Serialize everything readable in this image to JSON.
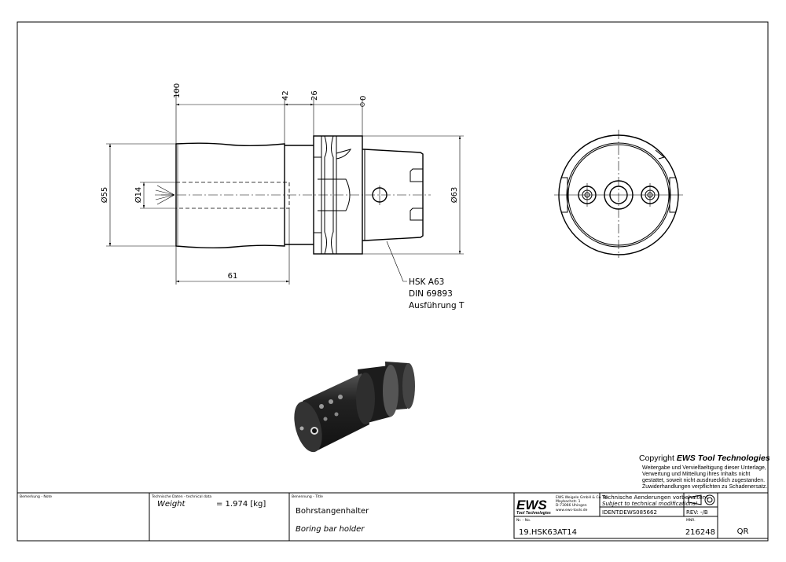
{
  "drawing": {
    "dimensions": {
      "pos_100": "100",
      "pos_42": "42",
      "pos_26": "26",
      "pos_0": "0",
      "dia_55": "Ø55",
      "dia_14": "Ø14",
      "dia_63": "Ø63",
      "length_61": "61"
    },
    "callout": [
      "HSK A63",
      "DIN 69893",
      "Ausführung T"
    ]
  },
  "copyright": {
    "heading_prefix": "Copyright ",
    "heading_brand": "EWS Tool Technologies",
    "lines": [
      "Weitergabe und Vervielfaeltigung dieser Unterlage,",
      "Verwertung und Mitteilung ihres Inhalts nicht",
      "gestattet, soweit nicht ausdruecklich zugestanden.",
      "Zuwiderhandlungen verpflichten zu Schadenersatz."
    ]
  },
  "title_block": {
    "note_label": "Bemerkung - Note",
    "tech_label": "Technische Daten - technical data",
    "weight_label": "Weight",
    "weight_value": "= 1.974 [kg]",
    "title_label": "Benennung - Title",
    "title_de": "Bohrstangenhalter",
    "title_en": "Boring bar holder",
    "logo_text": "EWS",
    "logo_sub": "Tool Technologies",
    "company": [
      "EWS Weigele GmbH & Co. KG",
      "Maybachstr. 1",
      "D-73066 Uhingen",
      "www.ews-tools.de"
    ],
    "change_de": "Technische Aenderungen vorbehalten!",
    "change_en": "Subject to technical modifications!",
    "ident_label": "IDENT:",
    "ident_value": "DEWS085662",
    "rev_label": "REV:",
    "rev_value": "-/B",
    "nr_label": "Nr. - No.",
    "nr_value": "19.HSK63AT14",
    "mnr_label": "MNR.",
    "mnr_value": "216248",
    "qr": "QR"
  }
}
